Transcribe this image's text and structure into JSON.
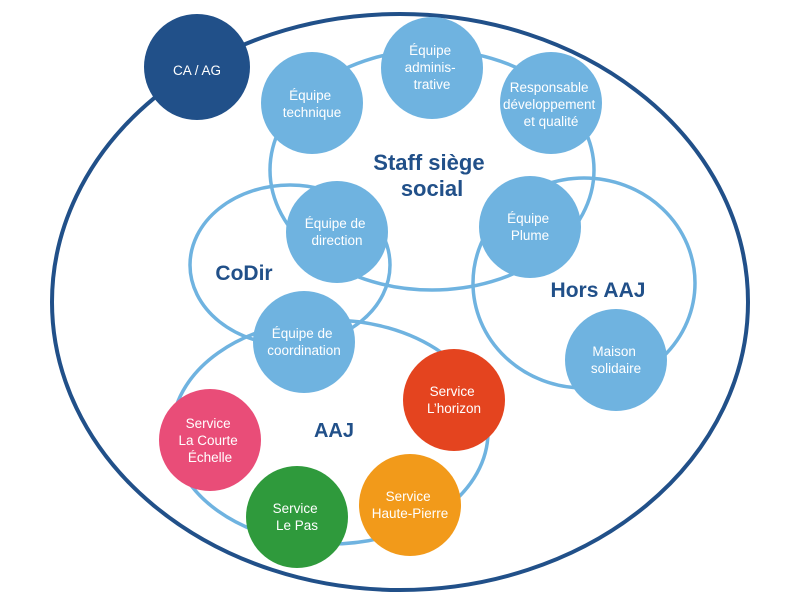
{
  "colors": {
    "outline_dark": "#215089",
    "outline_light": "#6fb3e0",
    "node_blue": "#6fb3e0",
    "node_dark": "#215089",
    "service_pink": "#e94d78",
    "service_green": "#2f9a3c",
    "service_orange": "#f29a1a",
    "service_red": "#e4441f",
    "label_text": "#215089",
    "node_text": "#ffffff"
  },
  "governance": {
    "label": "CA / AG"
  },
  "groups": {
    "staff": {
      "label_line1": "Staff siège",
      "label_line2": "social"
    },
    "codir": {
      "label": "CoDir"
    },
    "hors_aaj": {
      "label": "Hors AAJ"
    },
    "aaj": {
      "label": "AAJ"
    }
  },
  "nodes": {
    "equipe_technique": {
      "lines": [
        "Équipe",
        "technique"
      ]
    },
    "equipe_administrative": {
      "lines": [
        "Équipe",
        "adminis-",
        "trative"
      ]
    },
    "responsable_dev": {
      "lines": [
        "Responsable",
        "développement",
        "et qualité"
      ]
    },
    "equipe_direction": {
      "lines": [
        "Équipe de",
        "direction"
      ]
    },
    "equipe_plume": {
      "lines": [
        "Équipe",
        "Plume"
      ]
    },
    "equipe_coordination": {
      "lines": [
        "Équipe de",
        "coordination"
      ]
    },
    "maison_solidaire": {
      "lines": [
        "Maison",
        "solidaire"
      ]
    },
    "service_horizon": {
      "lines": [
        "Service",
        "L’horizon"
      ]
    },
    "service_courte_echelle": {
      "lines": [
        "Service",
        "La Courte",
        "Échelle"
      ]
    },
    "service_le_pas": {
      "lines": [
        "Service",
        "Le Pas"
      ]
    },
    "service_haute_pierre": {
      "lines": [
        "Service",
        "Haute-Pierre"
      ]
    }
  }
}
